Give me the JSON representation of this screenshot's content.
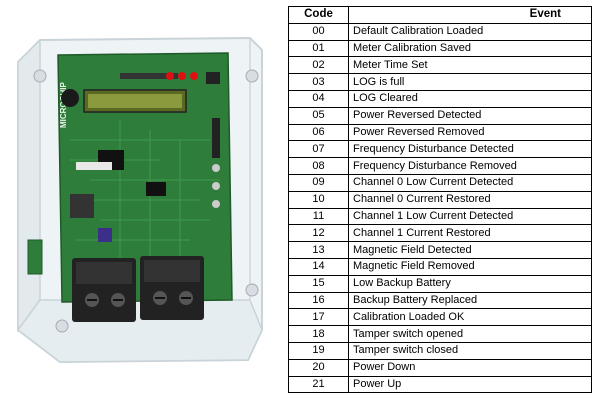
{
  "table": {
    "headers": {
      "code": "Code",
      "event": "Event"
    },
    "rows": [
      {
        "code": "00",
        "event": "Default Calibration Loaded"
      },
      {
        "code": "01",
        "event": "Meter Calibration Saved"
      },
      {
        "code": "02",
        "event": "Meter Time Set"
      },
      {
        "code": "03",
        "event": "LOG is full"
      },
      {
        "code": "04",
        "event": "LOG Cleared"
      },
      {
        "code": "05",
        "event": "Power Reversed Detected"
      },
      {
        "code": "06",
        "event": "Power Reversed Removed"
      },
      {
        "code": "07",
        "event": "Frequency Disturbance Detected"
      },
      {
        "code": "08",
        "event": "Frequency Disturbance Removed"
      },
      {
        "code": "09",
        "event": "Channel 0 Low Current Detected"
      },
      {
        "code": "10",
        "event": "Channel 0 Current Restored"
      },
      {
        "code": "11",
        "event": "Channel 1 Low Current Detected"
      },
      {
        "code": "12",
        "event": "Channel 1 Current Restored"
      },
      {
        "code": "13",
        "event": "Magnetic Field Detected"
      },
      {
        "code": "14",
        "event": "Magnetic Field Removed"
      },
      {
        "code": "15",
        "event": "Low Backup Battery"
      },
      {
        "code": "16",
        "event": "Backup Battery Replaced"
      },
      {
        "code": "17",
        "event": "Calibration Loaded OK"
      },
      {
        "code": "18",
        "event": "Tamper switch opened"
      },
      {
        "code": "19",
        "event": "Tamper switch closed"
      },
      {
        "code": "20",
        "event": "Power Down"
      },
      {
        "code": "21",
        "event": "Power Up"
      }
    ]
  },
  "photo": {
    "board_brand": "MICROCHIP",
    "colors": {
      "pcb": "#2f7d3b",
      "lcd": "#8a9a3c",
      "terminal_block": "#222222",
      "enclosure": "#e9eef0"
    }
  }
}
